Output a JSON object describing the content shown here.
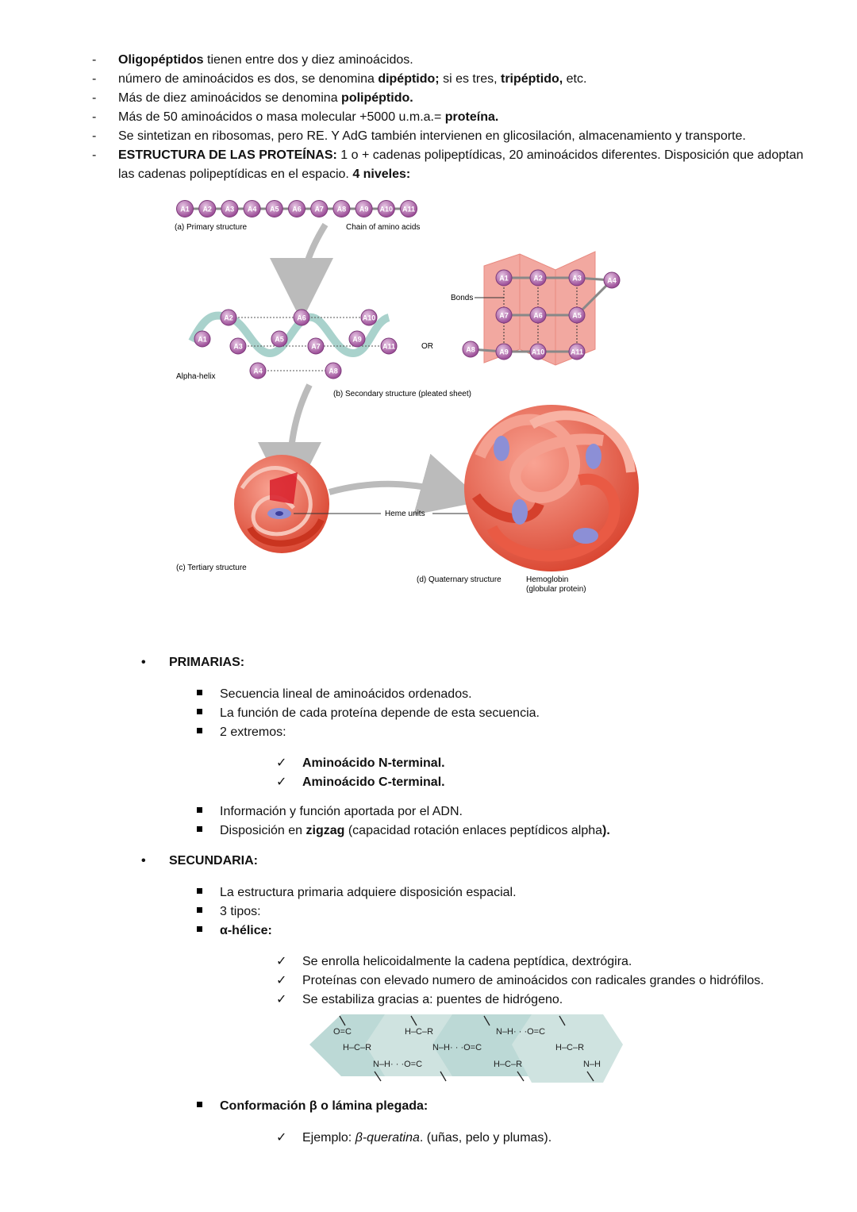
{
  "intro": {
    "l1_b": "Oligopéptidos",
    "l1": " tienen entre dos y diez aminoácidos.",
    "l2a": "número de aminoácidos es dos, se denomina ",
    "l2_b1": "dipéptido;",
    "l2b": " si es tres, ",
    "l2_b2": "tripéptido,",
    "l2c": " etc.",
    "l3a": "Más de diez aminoácidos se denomina ",
    "l3_b": "polipéptido.",
    "l4a": "Más de 50 aminoácidos o masa molecular +5000 u.m.a.= ",
    "l4_b": "proteína.",
    "l5": "Se sintetizan en ribosomas, pero RE. Y AdG también intervienen en glicosilación, almacenamiento y transporte.",
    "l6_b": "ESTRUCTURA DE LAS PROTEÍNAS:",
    "l6a": " 1 o + cadenas polipeptídicas, 20 aminoácidos diferentes. Disposición que adoptan",
    "l6b": "las cadenas polipeptídicas en el espacio. ",
    "l6_b2": "4 niveles:"
  },
  "figure": {
    "primary_label": "(a) Primary structure",
    "chain_label": "Chain of amino acids",
    "alpha_label": "Alpha-helix",
    "or_label": "OR",
    "bonds_label": "Bonds",
    "secondary_label": "(b) Secondary structure (pleated sheet)",
    "heme_label": "Heme units",
    "tertiary_label": "(c) Tertiary structure",
    "quaternary_label": "(d) Quaternary structure",
    "hemoglobin_label": "Hemoglobin",
    "globular_label": "(globular protein)",
    "amino": [
      "A1",
      "A2",
      "A3",
      "A4",
      "A5",
      "A6",
      "A7",
      "A8",
      "A9",
      "A10",
      "A11"
    ]
  },
  "primarias": {
    "title": "PRIMARIAS:",
    "i1": "Secuencia lineal de aminoácidos ordenados.",
    "i2": "La función de cada proteína depende de esta secuencia.",
    "i3": "2 extremos:",
    "c1": "Aminoácido N-terminal.",
    "c2": "Aminoácido C-terminal.",
    "i4": "Información y función aportada por el ADN.",
    "i5a": "Disposición en ",
    "i5_b": "zigzag",
    "i5b": " (capacidad rotación enlaces peptídicos alpha",
    "i5_b2": ")."
  },
  "secundaria": {
    "title": "SECUNDARIA:",
    "i1": "La estructura primaria adquiere disposición espacial.",
    "i2": "3 tipos:",
    "i3": "α-hélice:",
    "c1": "Se enrolla helicoidalmente la cadena peptídica, dextrógira.",
    "c2": "Proteínas con elevado numero de aminoácidos con radicales grandes o hidrófilos.",
    "c3": "Se estabiliza gracias a: puentes de hidrógeno.",
    "i4": "Conformación β o lámina plegada:",
    "c4a": "Ejemplo: ",
    "c4_i": "β-queratina",
    "c4b": ". (uñas, pelo y plumas)."
  },
  "helix_labels": {
    "oc": "O=C",
    "hcr": "H–C–R",
    "nh": "N–H",
    "hbond": "N–H· · ·O=C"
  },
  "colors": {
    "amino": "#a0529c",
    "sheet": "#f2a8a0",
    "protein": "#e8604e",
    "helix": "#bcd9d6"
  }
}
